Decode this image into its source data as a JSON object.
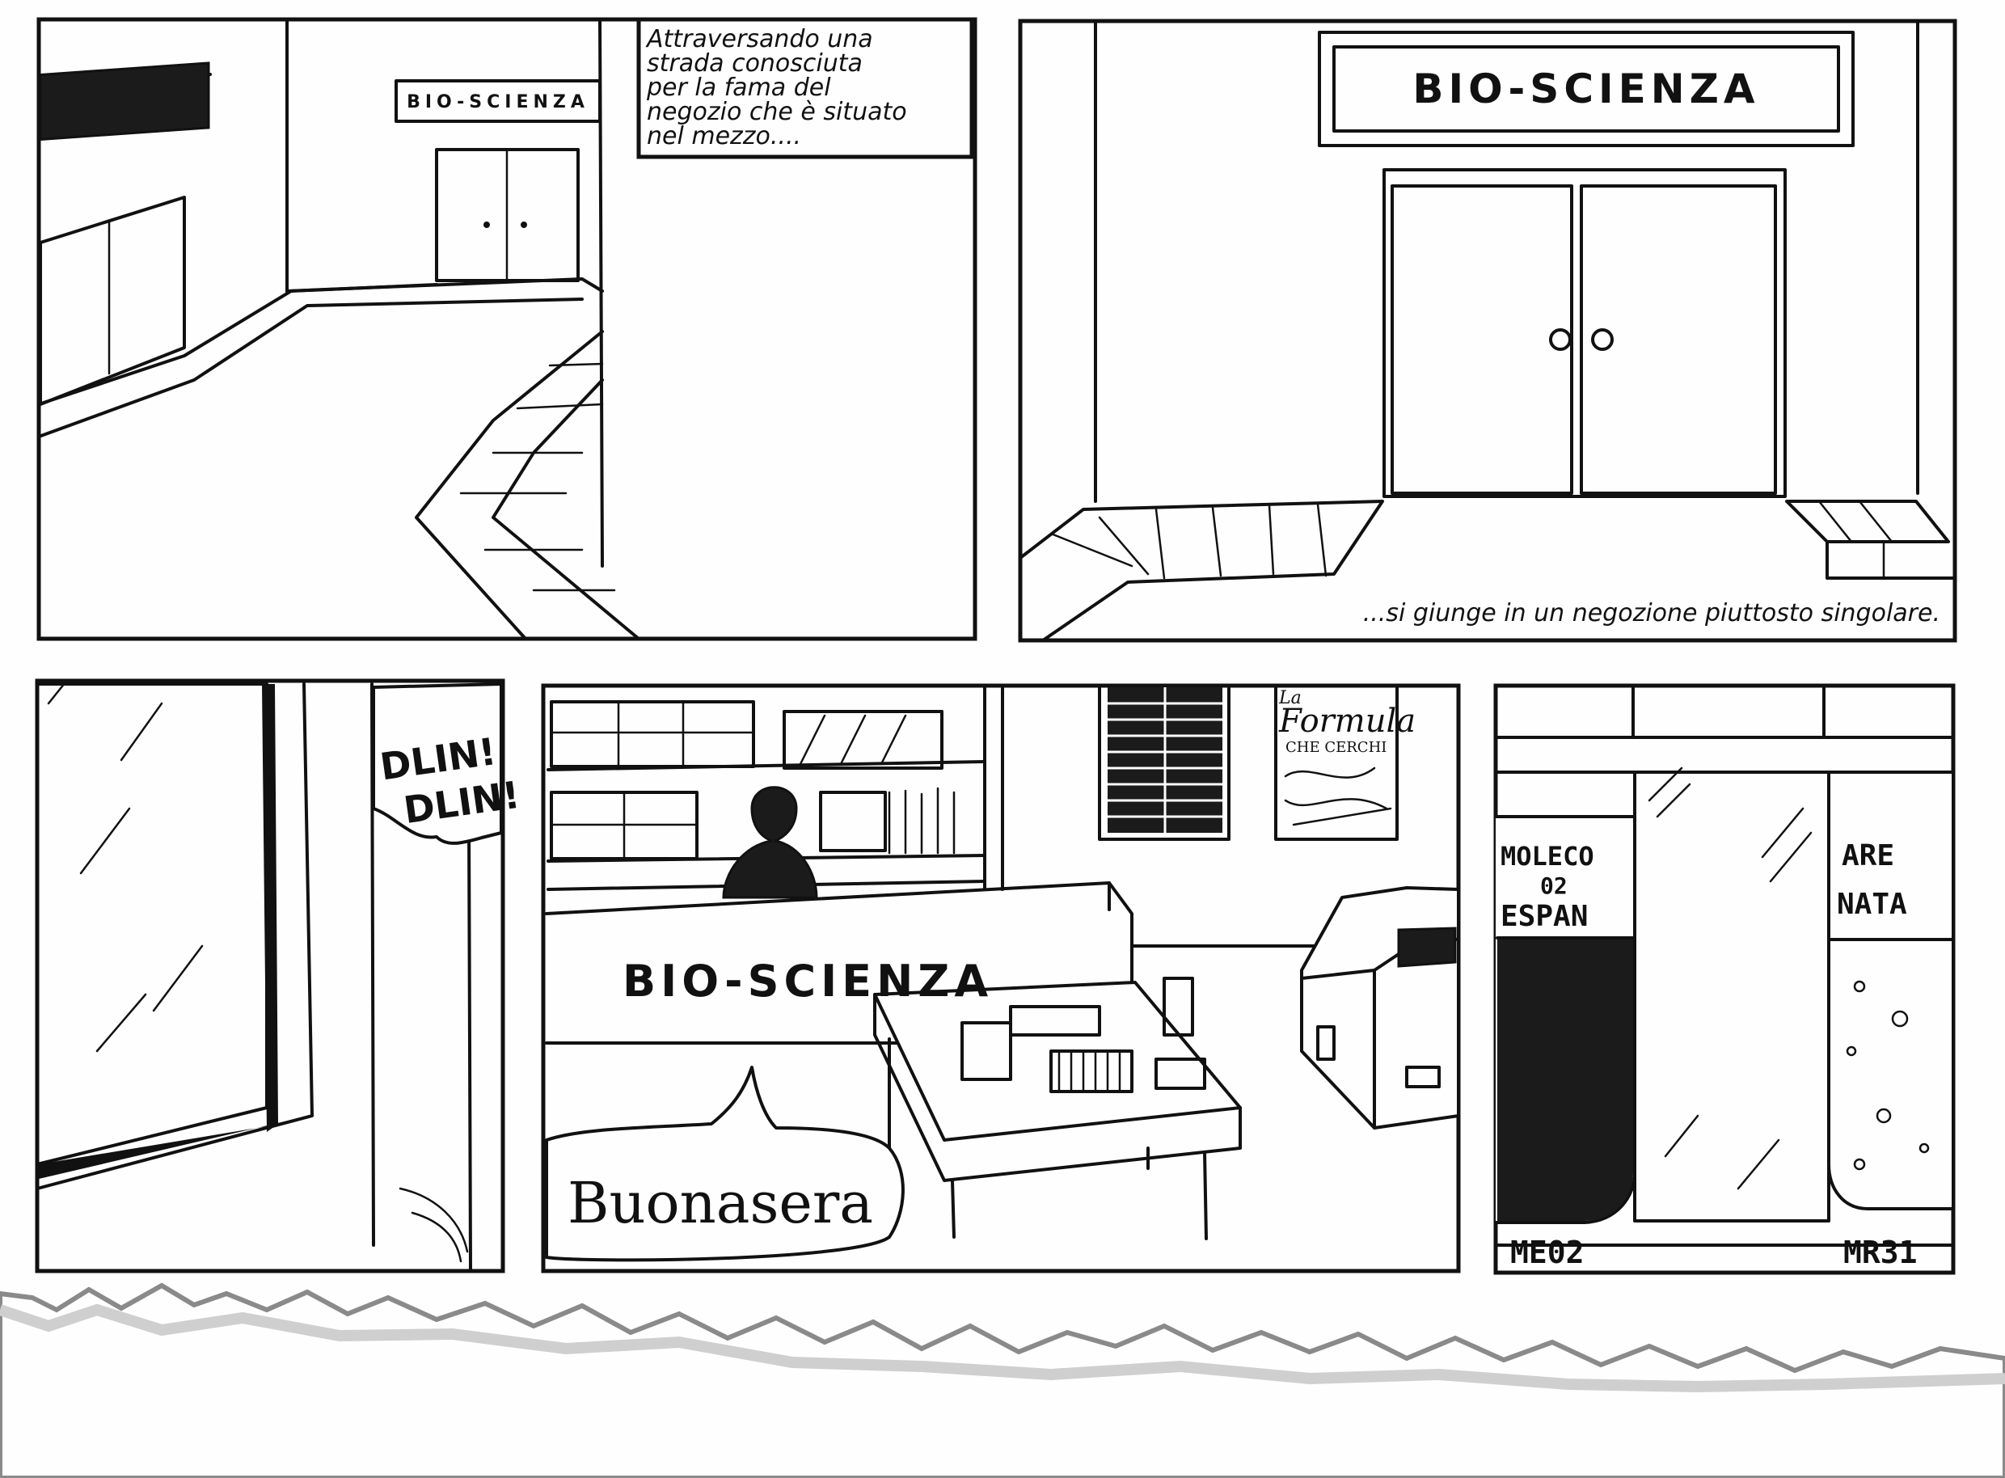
{
  "panel1": {
    "caption_lines": [
      "Attraversando una",
      "strada conosciuta",
      "per la fama del",
      "negozio che è situato",
      "nel mezzo...."
    ],
    "shop_sign": "BIO-SCIENZA"
  },
  "panel2": {
    "shop_sign": "BIO-SCIENZA",
    "caption": "...si giunge in un negozione piuttosto singolare."
  },
  "panel3": {
    "sfx_line1": "DLIN!",
    "sfx_line2": "DLIN!"
  },
  "panel4": {
    "counter_sign": "BIO-SCIENZA",
    "poster_line1": "La",
    "poster_line2": "Formula",
    "poster_line3": "CHE CERCHI",
    "speech": "Buonasera"
  },
  "panel5": {
    "left_sign_line1": "MOLECO",
    "left_sign_line2": "02",
    "left_sign_line3": "ESPAN",
    "right_sign_line1": "ARE",
    "right_sign_line2": "NATA",
    "label_left": "ME02",
    "label_right": "MR31"
  }
}
